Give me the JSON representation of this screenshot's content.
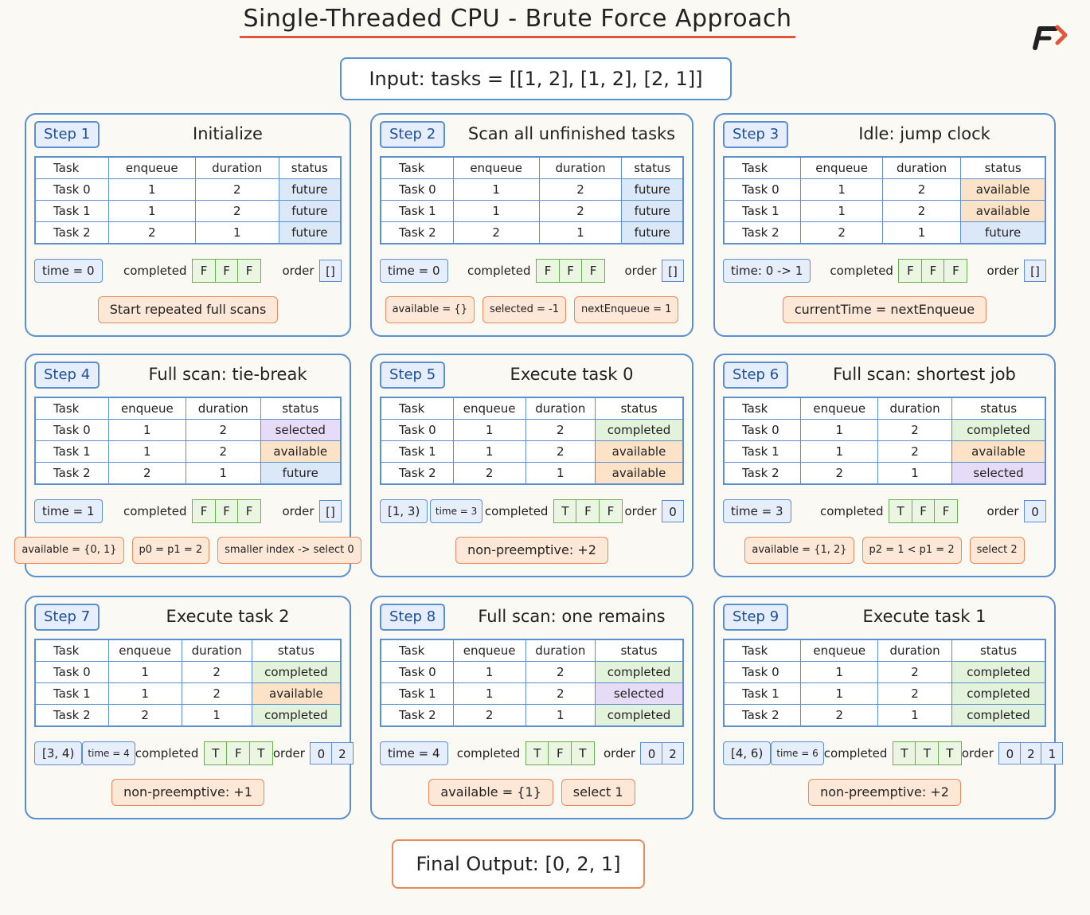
{
  "title": "Single-Threaded CPU - Brute Force Approach",
  "input": "Input:  tasks  =  [[1, 2], [1, 2], [2, 1]]",
  "output": "Final  Output:  [0, 2, 1]",
  "colors": {
    "accent_blue": "#5a8fd0",
    "accent_orange": "#e98a58",
    "underline_red": "#e2573c",
    "future": "#dbe8f8",
    "available": "#fce3c8",
    "selected": "#e7dcf8",
    "completed": "#e3f2db"
  },
  "table_headers": [
    "Task",
    "enqueue",
    "duration",
    "status"
  ],
  "labels": {
    "completed": "completed",
    "order": "order"
  },
  "steps": [
    {
      "badge": "Step 1",
      "title": "Initialize",
      "rows": [
        [
          "Task 0",
          "1",
          "2",
          "future"
        ],
        [
          "Task 1",
          "1",
          "2",
          "future"
        ],
        [
          "Task 2",
          "2",
          "1",
          "future"
        ]
      ],
      "interval": "",
      "time": "time = 0",
      "completed": [
        "F",
        "F",
        "F"
      ],
      "order": [
        "[]"
      ],
      "notes": [
        "Start repeated full scans"
      ]
    },
    {
      "badge": "Step 2",
      "title": "Scan all unfinished tasks",
      "rows": [
        [
          "Task 0",
          "1",
          "2",
          "future"
        ],
        [
          "Task 1",
          "1",
          "2",
          "future"
        ],
        [
          "Task 2",
          "2",
          "1",
          "future"
        ]
      ],
      "interval": "",
      "time": "time = 0",
      "completed": [
        "F",
        "F",
        "F"
      ],
      "order": [
        "[]"
      ],
      "notes": [
        "available = {}",
        "selected = -1",
        "nextEnqueue = 1"
      ]
    },
    {
      "badge": "Step 3",
      "title": "Idle: jump clock",
      "rows": [
        [
          "Task 0",
          "1",
          "2",
          "available"
        ],
        [
          "Task 1",
          "1",
          "2",
          "available"
        ],
        [
          "Task 2",
          "2",
          "1",
          "future"
        ]
      ],
      "interval": "",
      "time": "time: 0 -> 1",
      "completed": [
        "F",
        "F",
        "F"
      ],
      "order": [
        "[]"
      ],
      "notes": [
        "currentTime = nextEnqueue"
      ]
    },
    {
      "badge": "Step 4",
      "title": "Full scan: tie-break",
      "rows": [
        [
          "Task 0",
          "1",
          "2",
          "selected"
        ],
        [
          "Task 1",
          "1",
          "2",
          "available"
        ],
        [
          "Task 2",
          "2",
          "1",
          "future"
        ]
      ],
      "interval": "",
      "time": "time = 1",
      "completed": [
        "F",
        "F",
        "F"
      ],
      "order": [
        "[]"
      ],
      "notes": [
        "available = {0, 1}",
        "p0 = p1 = 2",
        "smaller index -> select 0"
      ]
    },
    {
      "badge": "Step 5",
      "title": "Execute task 0",
      "rows": [
        [
          "Task 0",
          "1",
          "2",
          "completed"
        ],
        [
          "Task 1",
          "1",
          "2",
          "available"
        ],
        [
          "Task 2",
          "2",
          "1",
          "available"
        ]
      ],
      "interval": "[1, 3)",
      "time": "time = 3",
      "completed": [
        "T",
        "F",
        "F"
      ],
      "order": [
        "0"
      ],
      "notes": [
        "non-preemptive: +2"
      ]
    },
    {
      "badge": "Step 6",
      "title": "Full scan: shortest job",
      "rows": [
        [
          "Task 0",
          "1",
          "2",
          "completed"
        ],
        [
          "Task 1",
          "1",
          "2",
          "available"
        ],
        [
          "Task 2",
          "2",
          "1",
          "selected"
        ]
      ],
      "interval": "",
      "time": "time = 3",
      "completed": [
        "T",
        "F",
        "F"
      ],
      "order": [
        "0"
      ],
      "notes": [
        "available = {1, 2}",
        "p2 = 1 < p1 = 2",
        "select 2"
      ]
    },
    {
      "badge": "Step 7",
      "title": "Execute task 2",
      "rows": [
        [
          "Task 0",
          "1",
          "2",
          "completed"
        ],
        [
          "Task 1",
          "1",
          "2",
          "available"
        ],
        [
          "Task 2",
          "2",
          "1",
          "completed"
        ]
      ],
      "interval": "[3, 4)",
      "time": "time = 4",
      "completed": [
        "T",
        "F",
        "T"
      ],
      "order": [
        "0",
        "2"
      ],
      "notes": [
        "non-preemptive: +1"
      ]
    },
    {
      "badge": "Step 8",
      "title": "Full scan: one remains",
      "rows": [
        [
          "Task 0",
          "1",
          "2",
          "completed"
        ],
        [
          "Task 1",
          "1",
          "2",
          "selected"
        ],
        [
          "Task 2",
          "2",
          "1",
          "completed"
        ]
      ],
      "interval": "",
      "time": "time = 4",
      "completed": [
        "T",
        "F",
        "T"
      ],
      "order": [
        "0",
        "2"
      ],
      "notes": [
        "available = {1}",
        "select 1"
      ]
    },
    {
      "badge": "Step 9",
      "title": "Execute task 1",
      "rows": [
        [
          "Task 0",
          "1",
          "2",
          "completed"
        ],
        [
          "Task 1",
          "1",
          "2",
          "completed"
        ],
        [
          "Task 2",
          "2",
          "1",
          "completed"
        ]
      ],
      "interval": "[4, 6)",
      "time": "time = 6",
      "completed": [
        "T",
        "T",
        "T"
      ],
      "order": [
        "0",
        "2",
        "1"
      ],
      "notes": [
        "non-preemptive: +2"
      ]
    }
  ]
}
